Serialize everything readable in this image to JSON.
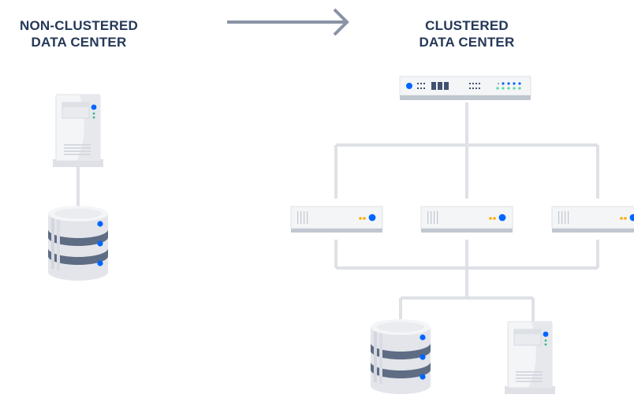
{
  "non_clustered": {
    "title_line1": "NON-CLUSTERED",
    "title_line2": "DATA CENTER"
  },
  "clustered": {
    "title_line1": "CLUSTERED",
    "title_line2": "DATA CENTER"
  },
  "colors": {
    "title": "#253858",
    "arrow": "#8993A4",
    "connector": "#DFE1E6",
    "device_body": "#F4F5F7",
    "device_shade": "#C1C7D0",
    "accent_blue": "#0065FF",
    "accent_orange": "#FFAB00",
    "accent_green": "#36B37E",
    "database_band": "#5E6C84"
  },
  "icons": {
    "transition": "arrow-right-icon",
    "load_balancer": "network-switch-icon",
    "node": "rack-server-icon",
    "database": "database-icon",
    "tower": "tower-server-icon"
  }
}
